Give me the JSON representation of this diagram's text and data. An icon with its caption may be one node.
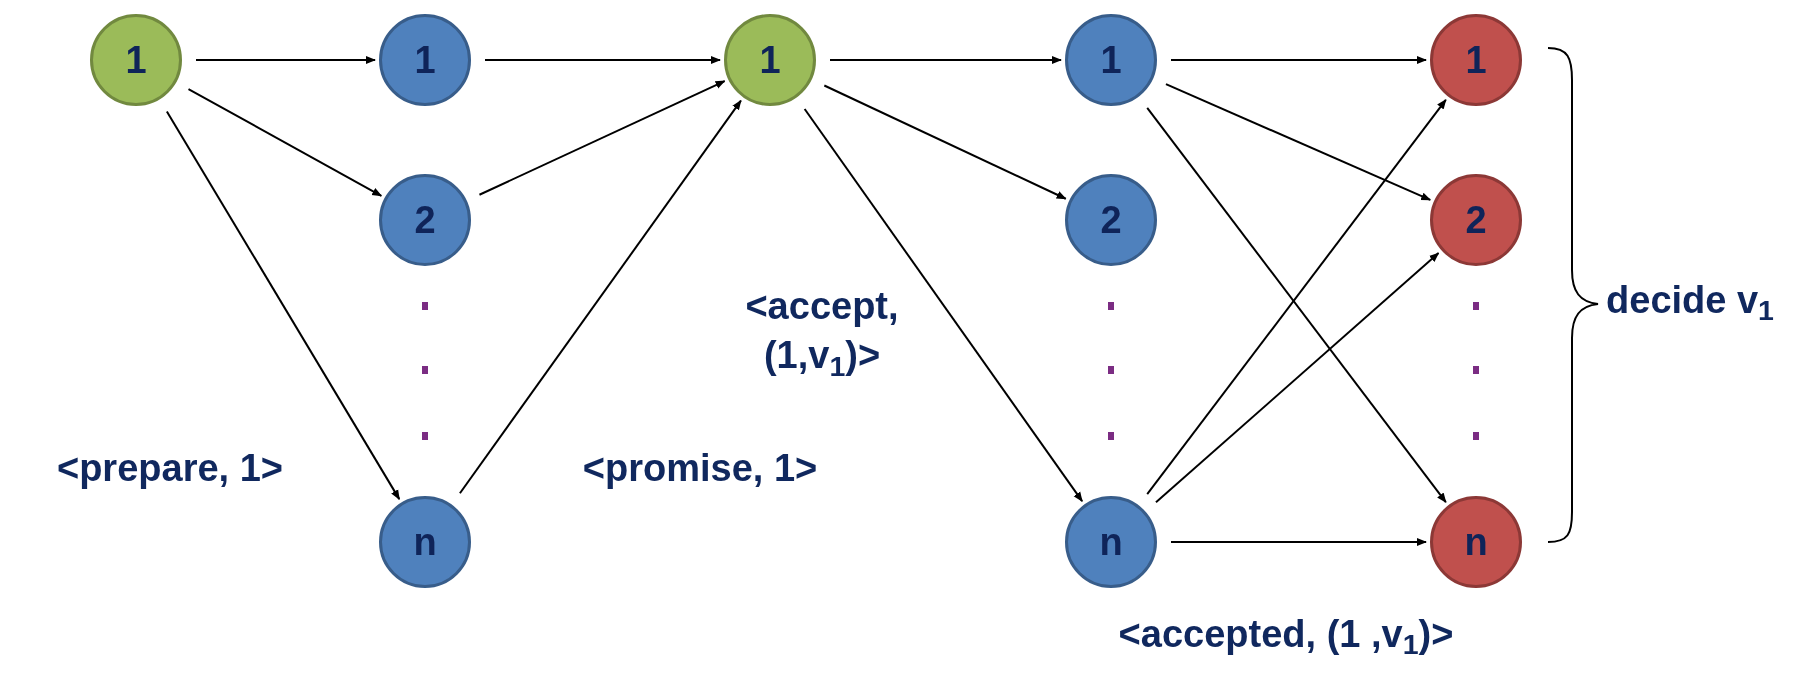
{
  "diagram": {
    "nodes": [
      {
        "text": [
          "1"
        ]
      },
      {
        "text": [
          "1"
        ]
      },
      {
        "text": [
          "2"
        ]
      },
      {
        "text": [
          "n"
        ]
      },
      {
        "text": [
          "1"
        ]
      },
      {
        "text": [
          "1"
        ]
      },
      {
        "text": [
          "2"
        ]
      },
      {
        "text": [
          "n"
        ]
      },
      {
        "text": [
          "1"
        ]
      },
      {
        "text": [
          "2"
        ]
      },
      {
        "text": [
          "n"
        ]
      }
    ],
    "edges": [
      {
        "from": 0,
        "to": 1,
        "arrow": "to"
      },
      {
        "from": 0,
        "to": 2,
        "arrow": "to"
      },
      {
        "from": 0,
        "to": 3,
        "arrow": "to"
      },
      {
        "from": 1,
        "to": 4,
        "arrow": "to"
      },
      {
        "from": 2,
        "to": 4,
        "arrow": "to"
      },
      {
        "from": 3,
        "to": 4,
        "arrow": "to"
      },
      {
        "from": 4,
        "to": 5,
        "arrow": "to"
      },
      {
        "from": 4,
        "to": 6,
        "arrow": "to"
      },
      {
        "from": 4,
        "to": 7,
        "arrow": "to"
      },
      {
        "from": 5,
        "to": 8,
        "arrow": "to"
      },
      {
        "from": 5,
        "to": 9,
        "arrow": "to"
      },
      {
        "from": 5,
        "to": 10,
        "arrow": "to"
      },
      {
        "from": 7,
        "to": 8,
        "arrow": "to"
      },
      {
        "from": 7,
        "to": 9,
        "arrow": "to"
      },
      {
        "from": 7,
        "to": 10,
        "arrow": "to"
      }
    ],
    "labels": [
      "<prepare, 1>",
      "<promise, 1>",
      "<accept, (1,v$_{1}$)>",
      "<accepted, (1 ,v$_{1}$)>",
      "decide v$_{1}$"
    ]
  }
}
